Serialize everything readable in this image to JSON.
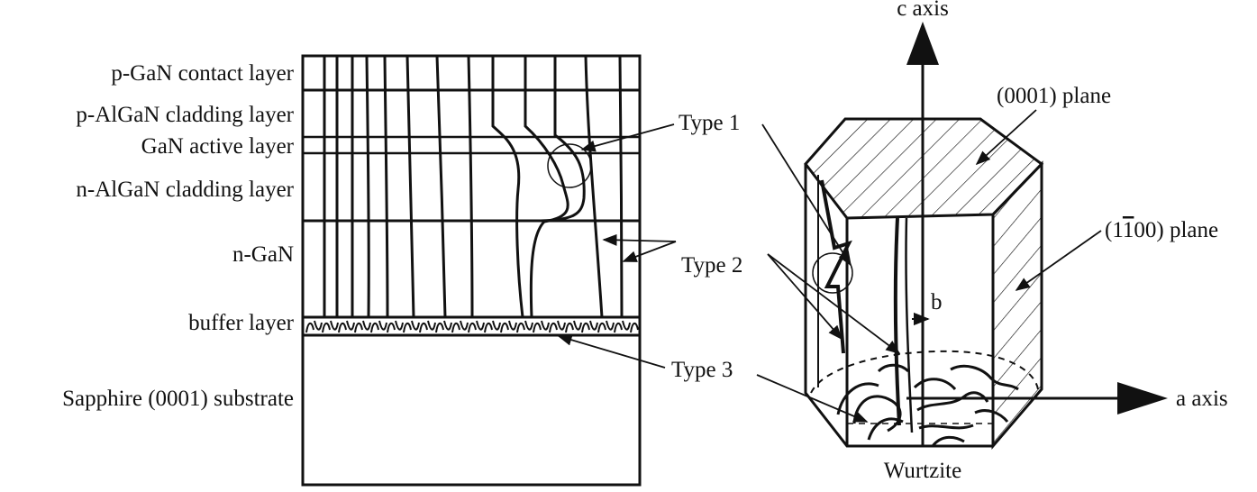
{
  "layer_labels": {
    "p_gan_contact": "p-GaN contact layer",
    "p_algan_cladding": "p-AlGaN cladding layer",
    "gan_active": "GaN active layer",
    "n_algan_cladding": "n-AlGaN cladding layer",
    "n_gan": "n-GaN",
    "buffer": "buffer layer",
    "substrate": "Sapphire (0001) substrate"
  },
  "defect_labels": {
    "type1": "Type 1",
    "type2": "Type 2",
    "type3": "Type 3"
  },
  "crystal_labels": {
    "c_axis": "c axis",
    "a_axis": "a axis",
    "plane_0001": "(0001) plane",
    "plane_1100_prefix": "(1",
    "plane_1100_barred": "1",
    "plane_1100_suffix": "00) plane",
    "burgers": "b",
    "wurtzite": "Wurtzite"
  }
}
